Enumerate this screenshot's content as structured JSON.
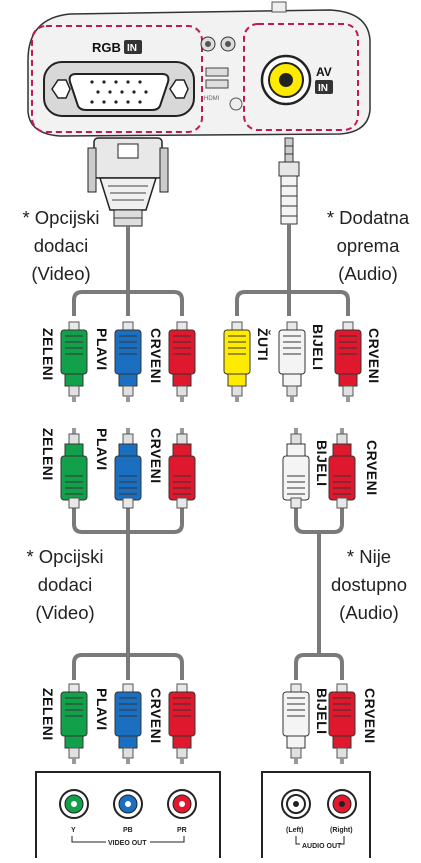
{
  "projector": {
    "rgb_label": "RGB",
    "in_badge": "IN",
    "av_label": "AV",
    "av_in_badge": "IN",
    "usb_text": "•⇠",
    "hdmi_text": "HDMI"
  },
  "notes": {
    "left_top": [
      "* Opcijski",
      "dodaci",
      "(Video)"
    ],
    "right_top": [
      "* Dodatna",
      "oprema",
      "(Audio)"
    ],
    "left_mid": [
      "* Opcijski",
      "dodaci",
      "(Video)"
    ],
    "right_mid": [
      "* Nije",
      "dostupno",
      "(Audio)"
    ]
  },
  "plug_labels": {
    "left_row1": [
      "ZELENI",
      "PLAVI",
      "CRVENI"
    ],
    "right_row1": [
      "ŽUTI",
      "BIJELI",
      "CRVENI"
    ],
    "left_row2": [
      "ZELENI",
      "PLAVI",
      "CRVENI"
    ],
    "right_row2": [
      "BIJELI",
      "CRVENI"
    ],
    "left_row3": [
      "ZELENI",
      "PLAVI",
      "CRVENI"
    ],
    "right_row3": [
      "BIJELI",
      "CRVENI"
    ]
  },
  "video_out": {
    "port_labels": [
      "Y",
      "PB",
      "PR"
    ],
    "group_label": "VIDEO OUT"
  },
  "audio_out": {
    "port_labels": [
      "(Left)",
      "(Right)"
    ],
    "group_label": "AUDIO OUT"
  },
  "colors": {
    "green": "#13a04a",
    "blue": "#1b6fc0",
    "red": "#e0182d",
    "yellow": "#ffeb00",
    "white": "#f4f4f4",
    "cable": "#7a7a7a",
    "dashed_outline": "#c2185b"
  }
}
